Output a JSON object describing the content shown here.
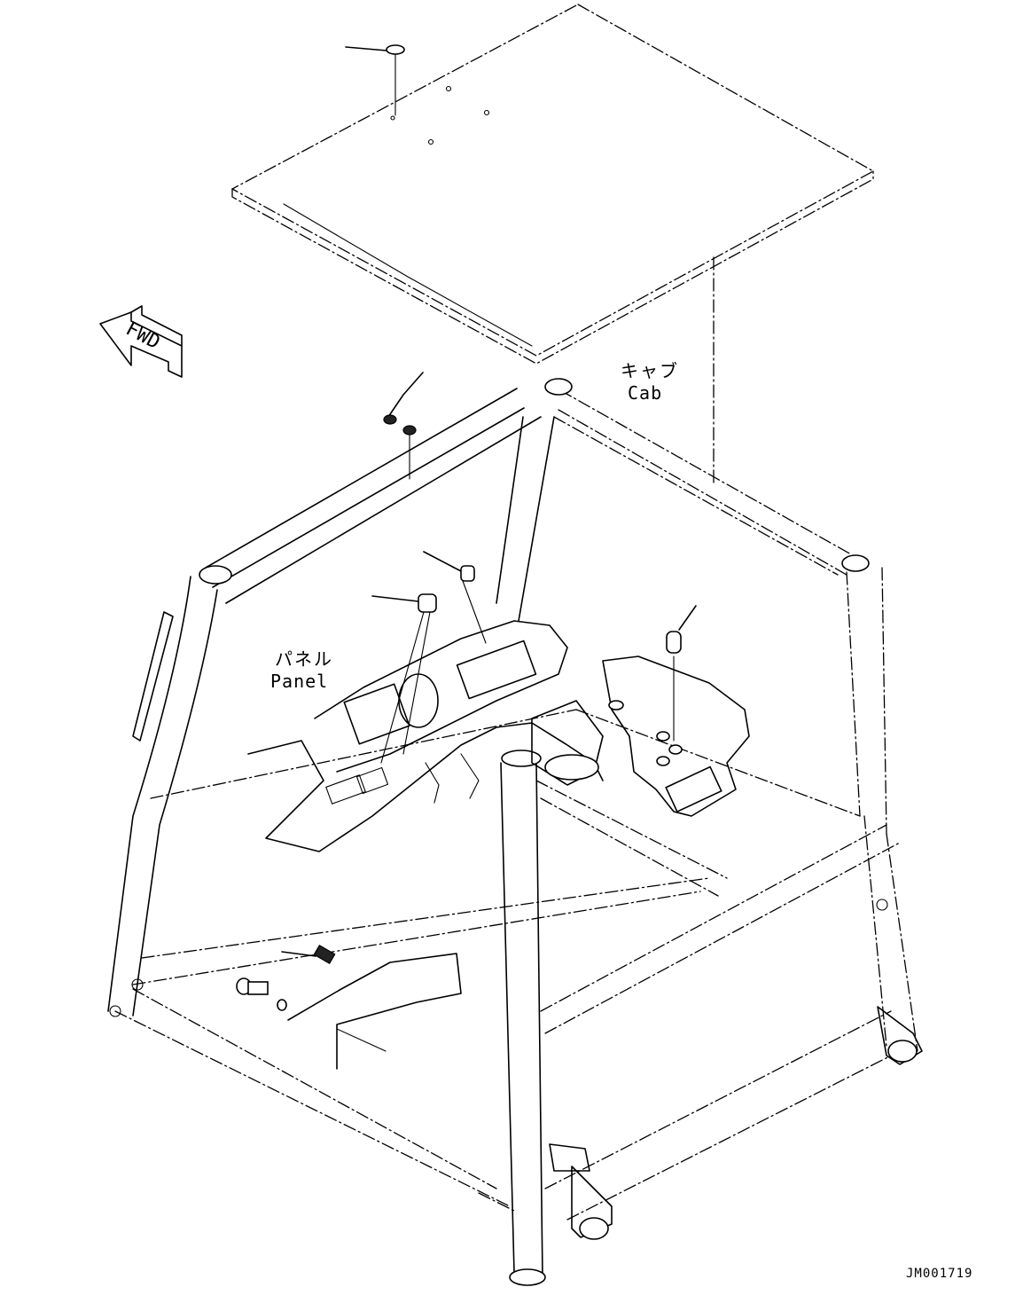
{
  "labels": {
    "cab_jp": "キャブ",
    "cab_en": "Cab",
    "panel_jp": "パネル",
    "panel_en": "Panel",
    "fwd": "FWD",
    "drawing_code": "JM001719"
  }
}
